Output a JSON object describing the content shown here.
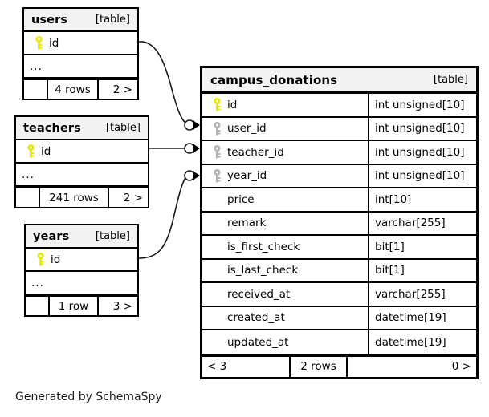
{
  "diagram": {
    "credit": "Generated by SchemaSpy",
    "table_tag": "[table]",
    "ellipsis": "...",
    "colors": {
      "primary_key": "#e8e800",
      "foreign_key": "#b3b3b3",
      "header_bg": "#f3f3f3",
      "border": "#000000",
      "background": "#ffffff"
    }
  },
  "tables": {
    "users": {
      "name": "users",
      "tag": "[table]",
      "columns": [
        {
          "name": "id",
          "key": "primary"
        }
      ],
      "more": "...",
      "footer": {
        "left": "",
        "middle": "4 rows",
        "right": "2 >"
      }
    },
    "teachers": {
      "name": "teachers",
      "tag": "[table]",
      "columns": [
        {
          "name": "id",
          "key": "primary"
        }
      ],
      "more": "...",
      "footer": {
        "left": "",
        "middle": "241 rows",
        "right": "2 >"
      }
    },
    "years": {
      "name": "years",
      "tag": "[table]",
      "columns": [
        {
          "name": "id",
          "key": "primary"
        }
      ],
      "more": "...",
      "footer": {
        "left": "",
        "middle": "1 row",
        "right": "3 >"
      }
    },
    "campus_donations": {
      "name": "campus_donations",
      "tag": "[table]",
      "columns": [
        {
          "name": "id",
          "type": "int unsigned[10]",
          "key": "primary"
        },
        {
          "name": "user_id",
          "type": "int unsigned[10]",
          "key": "foreign"
        },
        {
          "name": "teacher_id",
          "type": "int unsigned[10]",
          "key": "foreign"
        },
        {
          "name": "year_id",
          "type": "int unsigned[10]",
          "key": "foreign"
        },
        {
          "name": "price",
          "type": "int[10]",
          "key": "none"
        },
        {
          "name": "remark",
          "type": "varchar[255]",
          "key": "none"
        },
        {
          "name": "is_first_check",
          "type": "bit[1]",
          "key": "none"
        },
        {
          "name": "is_last_check",
          "type": "bit[1]",
          "key": "none"
        },
        {
          "name": "received_at",
          "type": "varchar[255]",
          "key": "none"
        },
        {
          "name": "created_at",
          "type": "datetime[19]",
          "key": "none"
        },
        {
          "name": "updated_at",
          "type": "datetime[19]",
          "key": "none"
        }
      ],
      "footer": {
        "left": "< 3",
        "middle": "2 rows",
        "right": "0 >"
      }
    }
  },
  "relationships": [
    {
      "from": "users",
      "from_column": "id",
      "to": "campus_donations",
      "to_column": "user_id"
    },
    {
      "from": "teachers",
      "from_column": "id",
      "to": "campus_donations",
      "to_column": "teacher_id"
    },
    {
      "from": "years",
      "from_column": "id",
      "to": "campus_donations",
      "to_column": "year_id"
    }
  ]
}
